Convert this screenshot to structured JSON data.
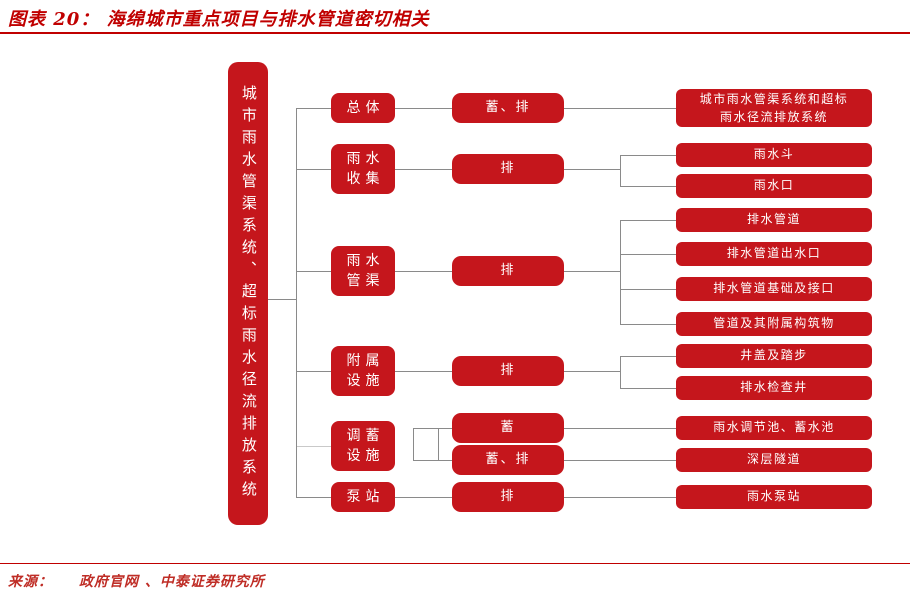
{
  "title": "图表 20：  海绵城市重点项目与排水管道密切相关",
  "colors": {
    "box_red": "#C5161C",
    "title_red": "#C00000",
    "line_gray": "#8a8a8a"
  },
  "root": "城市雨水管渠系统、超标雨水径流排放系统",
  "rows": {
    "overall": {
      "category": "总体",
      "measure": "蓄、排",
      "output_line1": "城市雨水管渠系统和超标",
      "output_line2": "雨水径流排放系统"
    },
    "collection": {
      "category": "雨水收集",
      "measure": "排",
      "outputs": [
        "雨水斗",
        "雨水口"
      ]
    },
    "pipes": {
      "category": "雨水管渠",
      "measure": "排",
      "outputs": [
        "排水管道",
        "排水管道出水口",
        "排水管道基础及接口",
        "管道及其附属构筑物"
      ]
    },
    "ancillary": {
      "category": "附属设施",
      "measure": "排",
      "outputs": [
        "井盖及踏步",
        "排水检查井"
      ]
    },
    "storage": {
      "category": "调蓄设施",
      "measures": [
        "蓄",
        "蓄、排"
      ],
      "outputs": [
        "雨水调节池、蓄水池",
        "深层隧道"
      ]
    },
    "pump": {
      "category": "泵站",
      "measure": "排",
      "output": "雨水泵站"
    }
  },
  "source": {
    "label": "来源：",
    "text": "政府官网 、中泰证券研究所"
  }
}
